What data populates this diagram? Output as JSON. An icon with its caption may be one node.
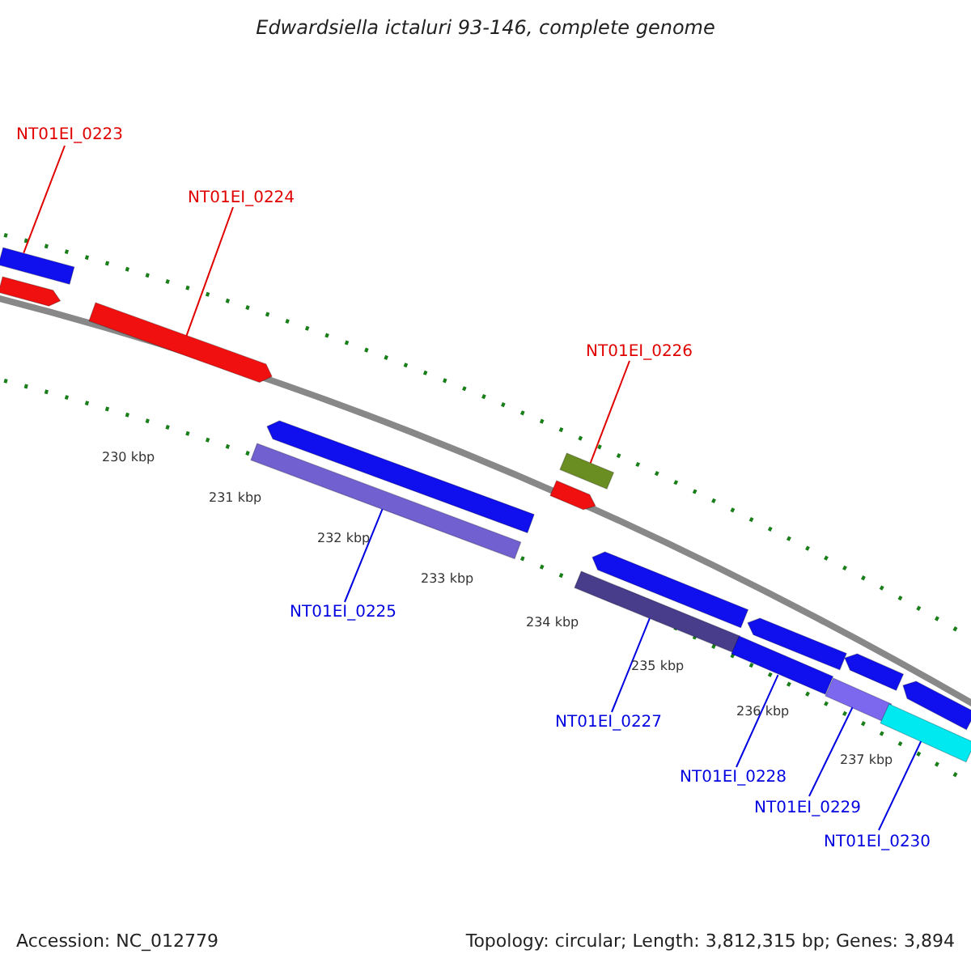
{
  "diagram": {
    "title": "Edwardsiella ictaluri 93-146, complete genome",
    "nodes": [
      {
        "text": [
          "NT01EI_0223"
        ]
      },
      {
        "text": [
          "NT01EI_0224"
        ]
      },
      {
        "text": [
          "NT01EI_0226"
        ]
      },
      {
        "text": [
          "NT01EI_0225"
        ]
      },
      {
        "text": [
          "NT01EI_0227"
        ]
      },
      {
        "text": [
          "NT01EI_0228"
        ]
      },
      {
        "text": [
          "NT01EI_0229"
        ]
      },
      {
        "text": [
          "NT01EI_0230"
        ]
      },
      {
        "text": [],
        "shape": "bar"
      },
      {
        "text": [],
        "shape": "arrow"
      },
      {
        "text": [],
        "shape": "arrow"
      },
      {
        "text": [],
        "shape": "arrow"
      },
      {
        "text": [],
        "shape": "bar"
      },
      {
        "text": [],
        "shape": "bar"
      },
      {
        "text": [],
        "shape": "arrow"
      },
      {
        "text": [],
        "shape": "arrow"
      },
      {
        "text": [],
        "shape": "bar"
      },
      {
        "text": [],
        "shape": "arrow"
      },
      {
        "text": [],
        "shape": "bar"
      },
      {
        "text": [],
        "shape": "bar"
      },
      {
        "text": [],
        "shape": "arrow"
      },
      {
        "text": [],
        "shape": "arrow"
      },
      {
        "text": [],
        "shape": "bar"
      }
    ],
    "edges": [
      {
        "from": 0,
        "to": 8,
        "arrow": "none",
        "color": "#e00000"
      },
      {
        "from": 1,
        "to": 10,
        "arrow": "none",
        "color": "#e00000"
      },
      {
        "from": 2,
        "to": 13,
        "arrow": "none",
        "color": "#e00000"
      },
      {
        "from": 3,
        "to": 12,
        "arrow": "none"
      },
      {
        "from": 4,
        "to": 16,
        "arrow": "none"
      },
      {
        "from": 5,
        "to": 18,
        "arrow": "none"
      },
      {
        "from": 6,
        "to": 19,
        "arrow": "none"
      },
      {
        "from": 7,
        "to": 22,
        "arrow": "none"
      }
    ],
    "labels": [
      "230 kbp",
      "231 kbp",
      "232 kbp",
      "233 kbp",
      "234 kbp",
      "235 kbp",
      "236 kbp",
      "237 kbp",
      "Accession: NC_012779",
      "Topology: circular; Length: 3,812,315 bp; Genes: 3,894"
    ]
  }
}
